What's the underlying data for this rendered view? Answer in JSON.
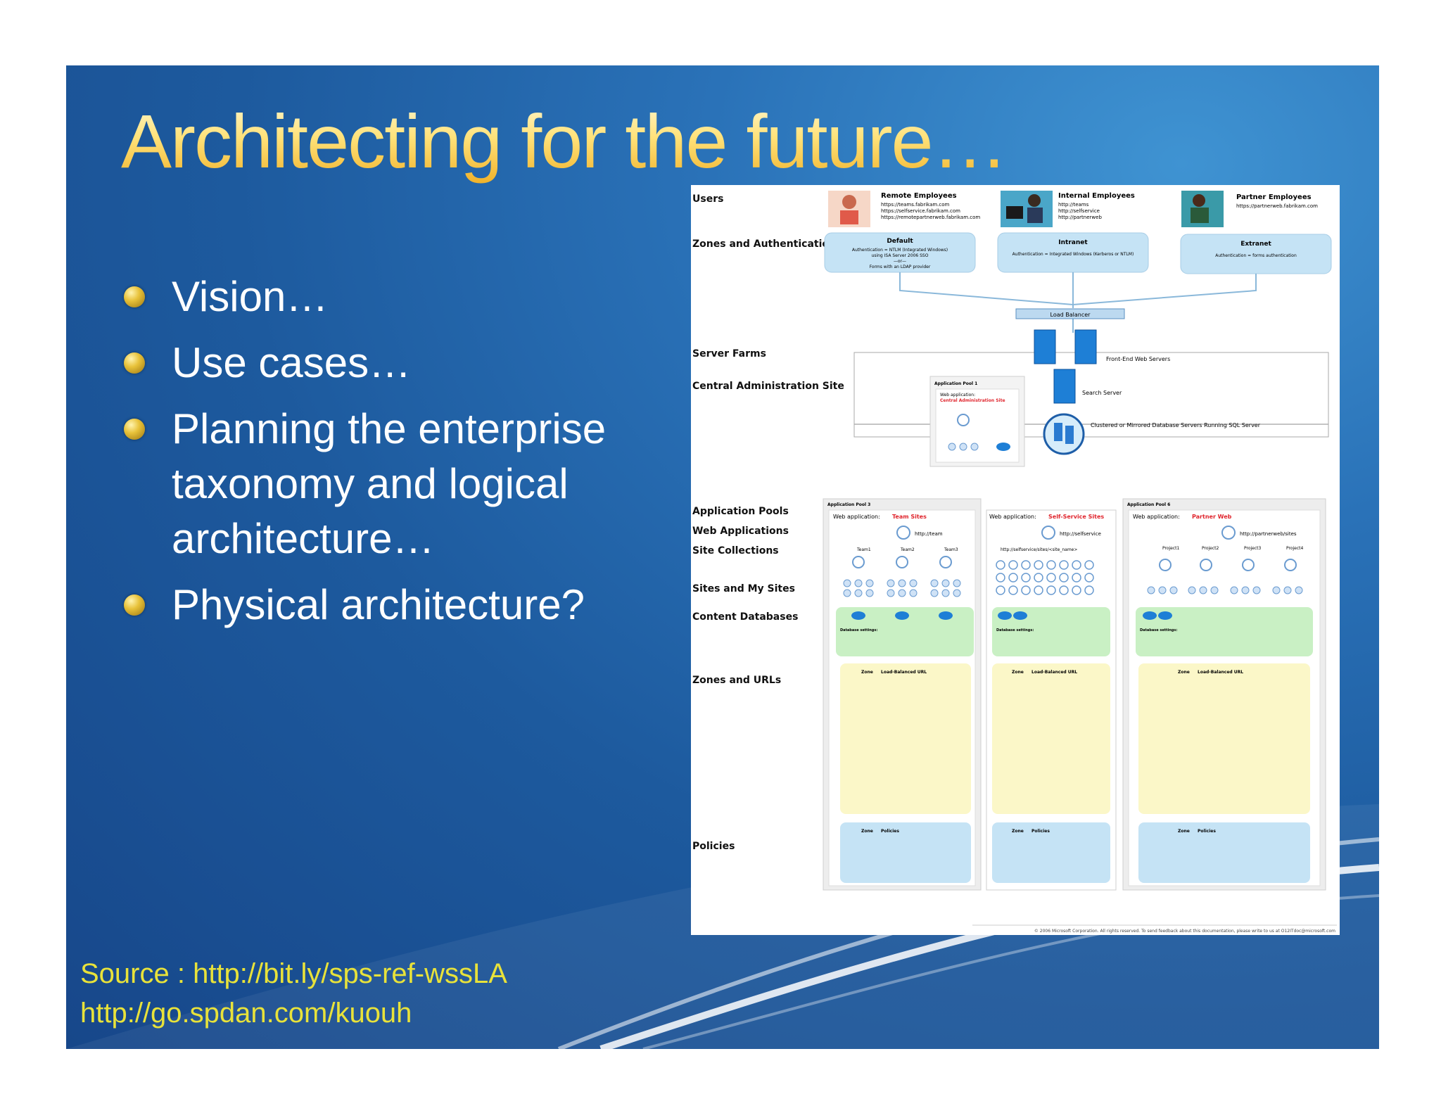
{
  "slide": {
    "title": "Architecting for the future…",
    "bullets": [
      "Vision…",
      "Use cases…",
      "Planning the enterprise taxonomy and logical architecture…",
      "Physical architecture?"
    ],
    "source_line1": "Source : http://bit.ly/sps-ref-wssLA",
    "source_line2": "http://go.spdan.com/kuouh"
  },
  "diagram": {
    "row_labels": {
      "users": "Users",
      "zones_auth": "Zones and Authentication",
      "server_farms": "Server Farms",
      "central_admin": "Central Administration Site",
      "app_pools": "Application Pools",
      "web_apps": "Web Applications",
      "site_collections": "Site Collections",
      "sites": "Sites and My Sites",
      "content_db": "Content Databases",
      "zones_urls": "Zones and URLs",
      "policies": "Policies"
    },
    "users": [
      {
        "title": "Remote Employees",
        "lines": [
          "https://teams.fabrikam.com",
          "https://selfservice.fabrikam.com",
          "https://remotepartnerweb.fabrikam.com"
        ]
      },
      {
        "title": "Internal Employees",
        "lines": [
          "http://teams",
          "http://selfservice",
          "http://partnerweb"
        ]
      },
      {
        "title": "Partner Employees",
        "lines": [
          "https://partnerweb.fabrikam.com"
        ]
      }
    ],
    "zones": [
      {
        "title": "Default",
        "lines": [
          "Authentication = NTLM (Integrated Windows)",
          "using ISA Server 2006 SSO",
          "—or—",
          "Forms with an LDAP provider"
        ]
      },
      {
        "title": "Intranet",
        "lines": [
          "Authentication = Integrated Windows (Kerberos or NTLM)"
        ]
      },
      {
        "title": "Extranet",
        "lines": [
          "Authentication = forms authentication"
        ]
      }
    ],
    "load_balancer": "Load Balancer",
    "front_end": "Front-End Web Servers",
    "search": "Search Server",
    "database": "Clustered or Mirrored Database Servers Running SQL Server",
    "app_pool_1": "Application Pool 1",
    "web_application_label": "Web application:",
    "central_admin_site": "Central Administration Site",
    "pools": [
      {
        "pool": "Application Pool 3",
        "app_label": "Web application:",
        "app_name": "Team Sites",
        "url": "http://team",
        "collections": [
          "Team1",
          "Team2",
          "Team3"
        ]
      },
      {
        "pool": "",
        "app_label": "Web application:",
        "app_name": "Self-Service Sites",
        "url": "http://selfservice",
        "collections": [
          "http://selfservice/sites/<site_name>"
        ]
      },
      {
        "pool": "Application Pool 6",
        "app_label": "Web application:",
        "app_name": "Partner Web",
        "url": "http://partnerweb/sites",
        "collections": [
          "Project1",
          "Project2",
          "Project3",
          "Project4"
        ]
      }
    ],
    "db_settings": "Database settings:",
    "zone_header": "Zone",
    "lb_url_header": "Load-Balanced URL",
    "policies_header": "Policies",
    "footer": "© 2006 Microsoft Corporation. All rights reserved. To send feedback about this documentation, please write to us at O12ITdoc@microsoft.com"
  },
  "colors": {
    "title_gold": "#f5c53a",
    "source_yellow": "#e8e23a",
    "slide_blue": "#1d5a9e",
    "accent_red": "#e0262e"
  }
}
